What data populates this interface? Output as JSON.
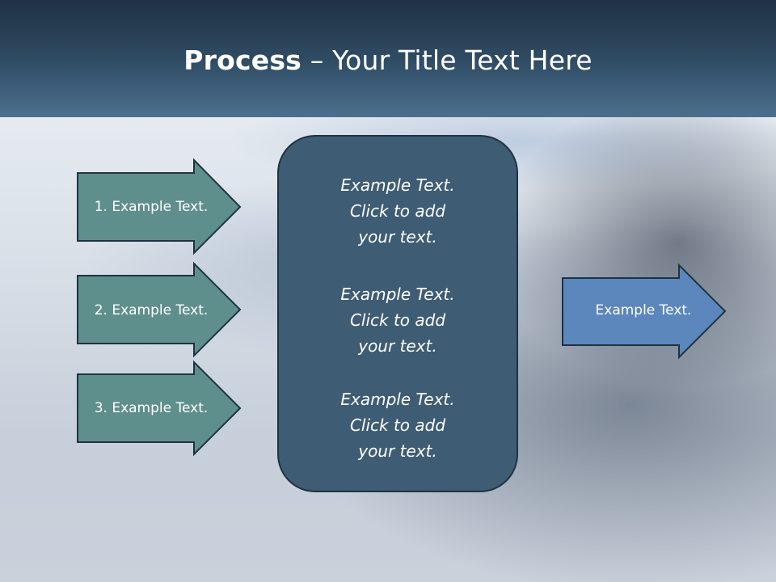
{
  "title": {
    "bold": "Process",
    "rest": " – Your Title Text Here"
  },
  "left_arrows": [
    {
      "label": "1. Example Text."
    },
    {
      "label": "2. Example Text."
    },
    {
      "label": "3. Example Text."
    }
  ],
  "center_box": {
    "blocks": [
      {
        "line1": "Example Text.",
        "line2": "Click  to add",
        "line3": "your text."
      },
      {
        "line1": "Example Text.",
        "line2": "Click  to add",
        "line3": "your text."
      },
      {
        "line1": "Example Text.",
        "line2": "Click  to add",
        "line3": "your text."
      }
    ]
  },
  "right_arrow": {
    "label": "Example Text."
  },
  "colors": {
    "header_dark": "#1f3244",
    "header_light": "#4b6f8e",
    "left_arrow_fill": "#5f8f8c",
    "center_box_fill": "#3e5c74",
    "right_arrow_fill": "#5b87bd",
    "outline": "#1e3340"
  }
}
